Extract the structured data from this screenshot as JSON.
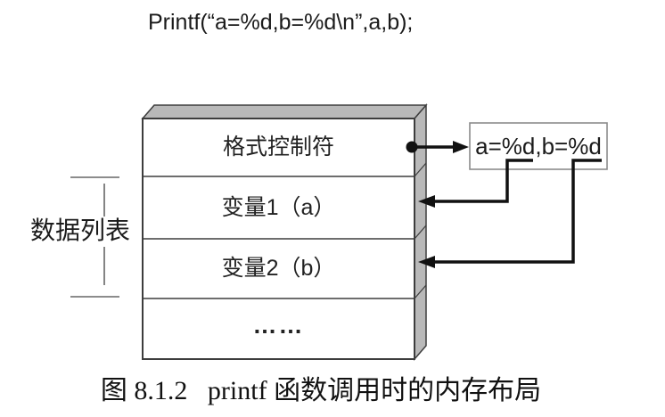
{
  "figure": {
    "code_line": "Printf(“a=%d,b=%d\\n”,a,b);",
    "memory_box": {
      "rows": [
        {
          "label": "格式控制符"
        },
        {
          "label": "变量1（a）"
        },
        {
          "label": "变量2（b）"
        },
        {
          "label": "……"
        }
      ]
    },
    "side_label": "数据列表",
    "format_string_box": {
      "text": "a=%d,b=%d"
    },
    "caption": "图 8.1.2   printf 函数调用时的内存布局"
  },
  "colors": {
    "face_gray": "#b9b9b9",
    "box_border": "#3d3d3d",
    "ref_box_border": "#8c8c8c",
    "bracket_gray": "#666666",
    "arrow_black": "#111111",
    "background": "#ffffff"
  }
}
